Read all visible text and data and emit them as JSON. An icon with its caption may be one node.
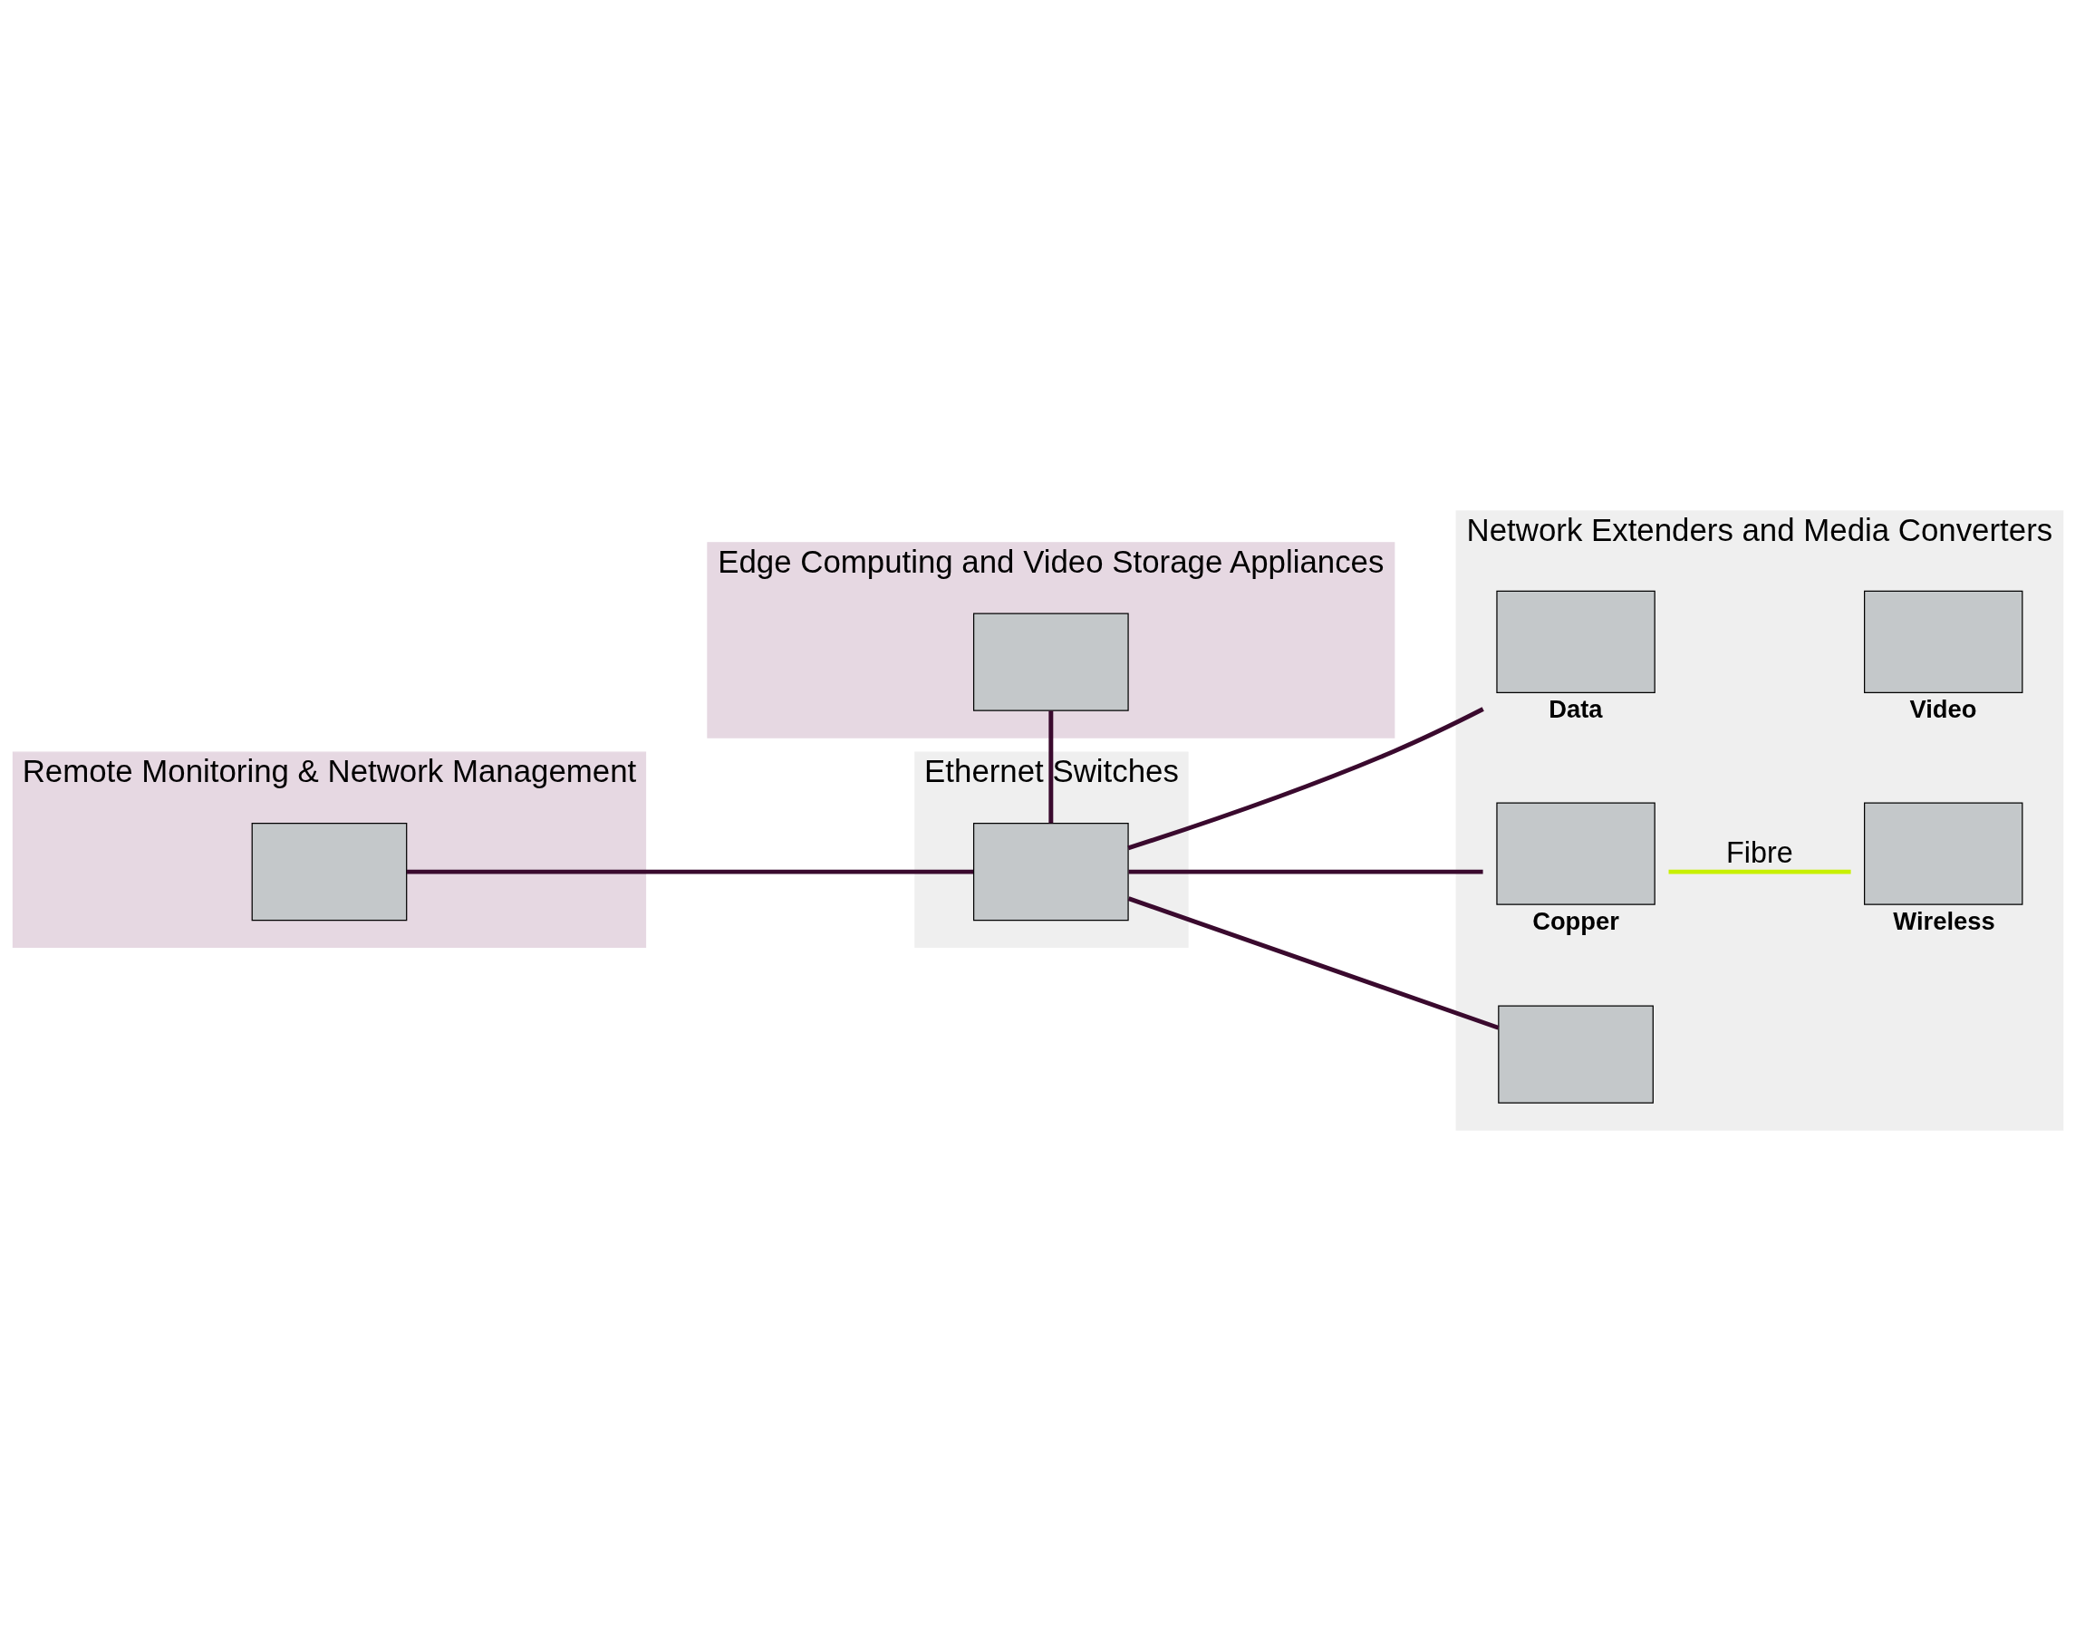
{
  "diagram": {
    "nodes": [
      {
        "text": [
          "Remote Monitoring & Network Management"
        ]
      },
      {
        "text": [],
        "shape": "box",
        "in": 0
      },
      {
        "text": [
          "Ethernet Switches"
        ]
      },
      {
        "text": [],
        "shape": "box",
        "in": 2
      },
      {
        "text": [
          "Network Extenders and Media Converters"
        ]
      },
      {
        "text": [],
        "shape": "box",
        "in": 4,
        "beside": [
          "Data"
        ]
      },
      {
        "text": [],
        "shape": "box",
        "in": 4,
        "beside": [
          "Video"
        ]
      },
      {
        "text": [],
        "shape": "box",
        "in": 4,
        "beside": [
          "Copper"
        ]
      },
      {
        "text": [],
        "shape": "box",
        "in": 4,
        "beside": [
          "Wireless"
        ]
      },
      {
        "text": [],
        "shape": "box",
        "in": 4
      },
      {
        "text": [
          "Edge Computing and Video Storage Appliances"
        ]
      },
      {
        "text": [],
        "shape": "box",
        "in": 10
      }
    ],
    "edges": [
      {
        "from": 1,
        "to": 3,
        "arrow": "none"
      },
      {
        "from": 3,
        "to": 5,
        "arrow": "none"
      },
      {
        "from": 3,
        "to": 7,
        "arrow": "none"
      },
      {
        "from": 3,
        "to": 9,
        "arrow": "none"
      },
      {
        "from": 3,
        "to": 11,
        "arrow": "none"
      },
      {
        "from": 7,
        "to": 8,
        "arrow": "none",
        "label": "Fibre",
        "color": "#c8f000"
      }
    ]
  }
}
